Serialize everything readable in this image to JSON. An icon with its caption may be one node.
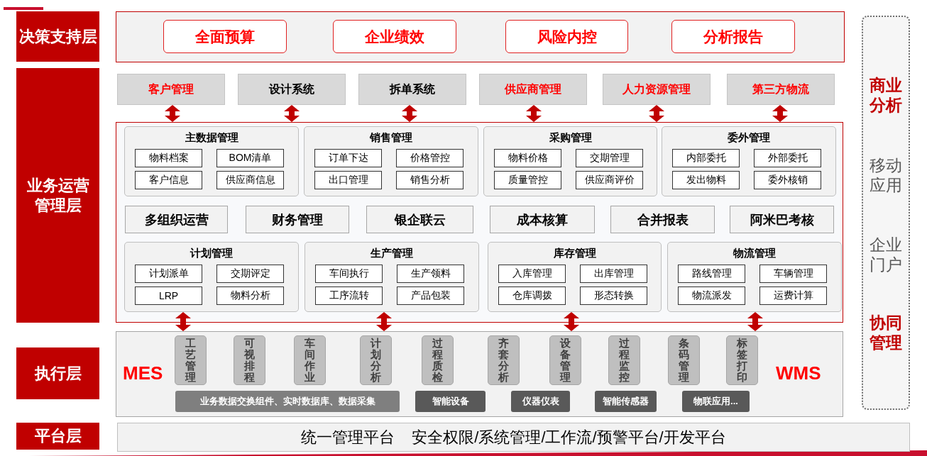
{
  "diagram": {
    "nodes": [
      {
        "text": [
          "决策支持层"
        ]
      },
      {
        "text": [],
        "shape": "box"
      },
      {
        "text": [
          "全面预算"
        ],
        "in": 1
      },
      {
        "text": [
          "企业绩效"
        ],
        "in": 1
      },
      {
        "text": [
          "风险内控"
        ],
        "in": 1
      },
      {
        "text": [
          "分析报告"
        ],
        "in": 1
      },
      {
        "text": [
          "商业分析",
          "移动应用",
          "企业门户",
          "协同管理"
        ]
      },
      {
        "text": [
          "业务运营管理层"
        ]
      },
      {
        "text": [
          "客户管理"
        ]
      },
      {
        "text": [
          "设计系统"
        ]
      },
      {
        "text": [
          "拆单系统"
        ]
      },
      {
        "text": [
          "供应商管理"
        ]
      },
      {
        "text": [
          "人力资源管理"
        ]
      },
      {
        "text": [
          "第三方物流"
        ]
      },
      {
        "text": [],
        "shape": "box"
      },
      {
        "text": [
          "主数据管理"
        ],
        "in": 14
      },
      {
        "text": [
          "物料档案"
        ],
        "in": 15
      },
      {
        "text": [
          "BOM清单"
        ],
        "in": 15
      },
      {
        "text": [
          "客户信息"
        ],
        "in": 15
      },
      {
        "text": [
          "供应商信息"
        ],
        "in": 15
      },
      {
        "text": [
          "销售管理"
        ],
        "in": 14
      },
      {
        "text": [
          "订单下达"
        ],
        "in": 20
      },
      {
        "text": [
          "价格管控"
        ],
        "in": 20
      },
      {
        "text": [
          "出口管理"
        ],
        "in": 20
      },
      {
        "text": [
          "销售分析"
        ],
        "in": 20
      },
      {
        "text": [
          "采购管理"
        ],
        "in": 14
      },
      {
        "text": [
          "物料价格"
        ],
        "in": 25
      },
      {
        "text": [
          "交期管理"
        ],
        "in": 25
      },
      {
        "text": [
          "质量管控"
        ],
        "in": 25
      },
      {
        "text": [
          "供应商评价"
        ],
        "in": 25
      },
      {
        "text": [
          "委外管理"
        ],
        "in": 14
      },
      {
        "text": [
          "内部委托"
        ],
        "in": 30
      },
      {
        "text": [
          "外部委托"
        ],
        "in": 30
      },
      {
        "text": [
          "发出物料"
        ],
        "in": 30
      },
      {
        "text": [
          "委外核销"
        ],
        "in": 30
      },
      {
        "text": [
          "多组织运营"
        ],
        "in": 14
      },
      {
        "text": [
          "财务管理"
        ],
        "in": 14
      },
      {
        "text": [
          "银企联云"
        ],
        "in": 14
      },
      {
        "text": [
          "成本核算"
        ],
        "in": 14
      },
      {
        "text": [
          "合并报表"
        ],
        "in": 14
      },
      {
        "text": [
          "阿米巴考核"
        ],
        "in": 14
      },
      {
        "text": [
          "计划管理"
        ],
        "in": 14
      },
      {
        "text": [
          "计划派单"
        ],
        "in": 41
      },
      {
        "text": [
          "交期评定"
        ],
        "in": 41
      },
      {
        "text": [
          "LRP"
        ],
        "in": 41
      },
      {
        "text": [
          "物料分析"
        ],
        "in": 41
      },
      {
        "text": [
          "生产管理"
        ],
        "in": 14
      },
      {
        "text": [
          "车间执行"
        ],
        "in": 46
      },
      {
        "text": [
          "生产领料"
        ],
        "in": 46
      },
      {
        "text": [
          "工序流转"
        ],
        "in": 46
      },
      {
        "text": [
          "产品包装"
        ],
        "in": 46
      },
      {
        "text": [
          "库存管理"
        ],
        "in": 14
      },
      {
        "text": [
          "入库管理"
        ],
        "in": 51
      },
      {
        "text": [
          "出库管理"
        ],
        "in": 51
      },
      {
        "text": [
          "仓库调拨"
        ],
        "in": 51
      },
      {
        "text": [
          "形态转换"
        ],
        "in": 51
      },
      {
        "text": [
          "物流管理"
        ],
        "in": 14
      },
      {
        "text": [
          "路线管理"
        ],
        "in": 56
      },
      {
        "text": [
          "车辆管理"
        ],
        "in": 56
      },
      {
        "text": [
          "物流派发"
        ],
        "in": 56
      },
      {
        "text": [
          "运费计算"
        ],
        "in": 56
      },
      {
        "text": [
          "执行层"
        ]
      },
      {
        "text": [
          "MES",
          "WMS"
        ]
      },
      {
        "text": [
          "工艺管理"
        ],
        "in": 62
      },
      {
        "text": [
          "可视排程"
        ],
        "in": 62
      },
      {
        "text": [
          "车间作业"
        ],
        "in": 62
      },
      {
        "text": [
          "计划分析"
        ],
        "in": 62
      },
      {
        "text": [
          "过程质检"
        ],
        "in": 62
      },
      {
        "text": [
          "齐套分析"
        ],
        "in": 62
      },
      {
        "text": [
          "设备管理"
        ],
        "in": 62
      },
      {
        "text": [
          "过程监控"
        ],
        "in": 62
      },
      {
        "text": [
          "条码管理"
        ],
        "in": 62
      },
      {
        "text": [
          "标签打印"
        ],
        "in": 62
      },
      {
        "text": [
          "业务数据交换组件、实时数据库、数据采集"
        ],
        "in": 62
      },
      {
        "text": [
          "智能设备"
        ],
        "in": 62
      },
      {
        "text": [
          "仪器仪表"
        ],
        "in": 62
      },
      {
        "text": [
          "智能传感器"
        ],
        "in": 62
      },
      {
        "text": [
          "物联应用..."
        ],
        "in": 62
      },
      {
        "text": [
          "平台层"
        ]
      },
      {
        "text": [
          "统一管理平台",
          "安全权限/系统管理/工作流/预警平台/开发平台"
        ]
      }
    ],
    "edges": [
      {
        "from": 8,
        "to": 14,
        "arrow": "both"
      },
      {
        "from": 9,
        "to": 14,
        "arrow": "both"
      },
      {
        "from": 10,
        "to": 14,
        "arrow": "both"
      },
      {
        "from": 11,
        "to": 14,
        "arrow": "both"
      },
      {
        "from": 12,
        "to": 14,
        "arrow": "both"
      },
      {
        "from": 13,
        "to": 14,
        "arrow": "both"
      },
      {
        "from": 41,
        "to": 62,
        "arrow": "both"
      },
      {
        "from": 46,
        "to": 62,
        "arrow": "both"
      },
      {
        "from": 51,
        "to": 62,
        "arrow": "both"
      },
      {
        "from": 56,
        "to": 62,
        "arrow": "both"
      }
    ]
  }
}
